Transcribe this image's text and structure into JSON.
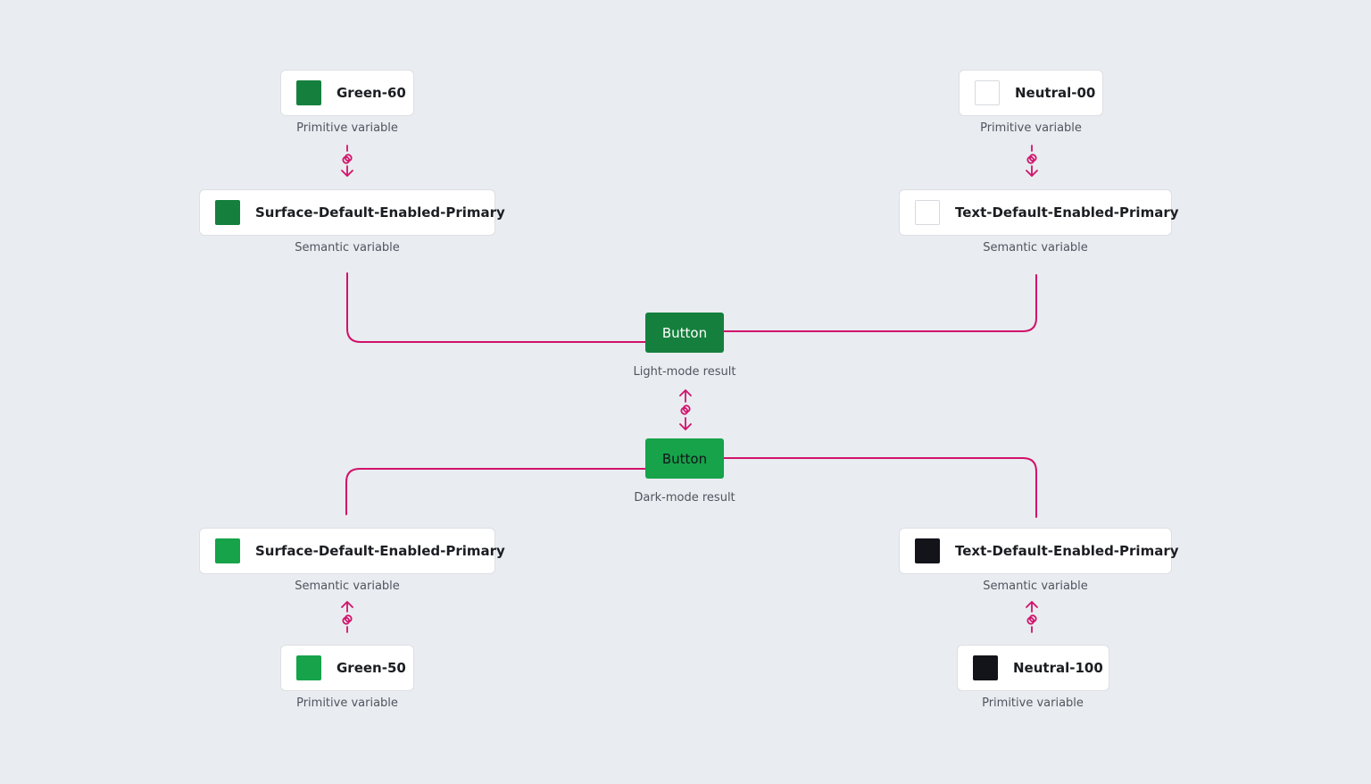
{
  "colors": {
    "green60": "#15803d",
    "green50": "#16a34a",
    "neutral00": "#ffffff",
    "neutral100": "#13141a",
    "connector": "#d1126b",
    "background": "#e9ecf0"
  },
  "top_left": {
    "primitive": {
      "label": "Green-60",
      "caption": "Primitive variable",
      "swatch": "#15803d"
    },
    "semantic": {
      "label": "Surface-Default-Enabled-Primary",
      "caption": "Semantic variable",
      "swatch": "#15803d"
    }
  },
  "top_right": {
    "primitive": {
      "label": "Neutral-00",
      "caption": "Primitive variable",
      "swatch": "#ffffff"
    },
    "semantic": {
      "label": "Text-Default-Enabled-Primary",
      "caption": "Semantic variable",
      "swatch": "#ffffff"
    }
  },
  "light_result": {
    "button_label": "Button",
    "caption": "Light-mode result",
    "bg": "#15803d",
    "fg": "#ffffff"
  },
  "dark_result": {
    "button_label": "Button",
    "caption": "Dark-mode result",
    "bg": "#16a34a",
    "fg": "#13141a"
  },
  "bottom_left": {
    "semantic": {
      "label": "Surface-Default-Enabled-Primary",
      "caption": "Semantic variable",
      "swatch": "#16a34a"
    },
    "primitive": {
      "label": "Green-50",
      "caption": "Primitive variable",
      "swatch": "#16a34a"
    }
  },
  "bottom_right": {
    "semantic": {
      "label": "Text-Default-Enabled-Primary",
      "caption": "Semantic variable",
      "swatch": "#13141a"
    },
    "primitive": {
      "label": "Neutral-100",
      "caption": "Primitive variable",
      "swatch": "#13141a"
    }
  },
  "icons": {
    "link_down": "link-arrow-down-icon",
    "link_up": "link-arrow-up-icon",
    "link_both": "link-arrow-both-icon"
  }
}
